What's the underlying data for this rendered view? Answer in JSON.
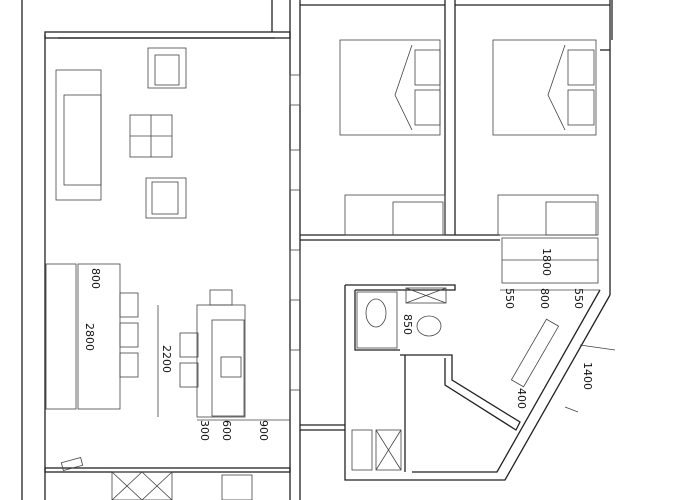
{
  "drawing": {
    "dimensions": {
      "counter_depth": "800",
      "counter_length": "2800",
      "island_length": "2200",
      "island_offset_a": "300",
      "island_offset_b": "600",
      "island_clearance": "900",
      "closet_width": "1800",
      "closet_side_left": "550",
      "closet_opening": "800",
      "closet_side_right": "550",
      "toilet_clearance": "850",
      "bathtub_offset": "400",
      "bathtub_length": "1400"
    },
    "line_color": "#222222",
    "background_color": "#ffffff"
  }
}
